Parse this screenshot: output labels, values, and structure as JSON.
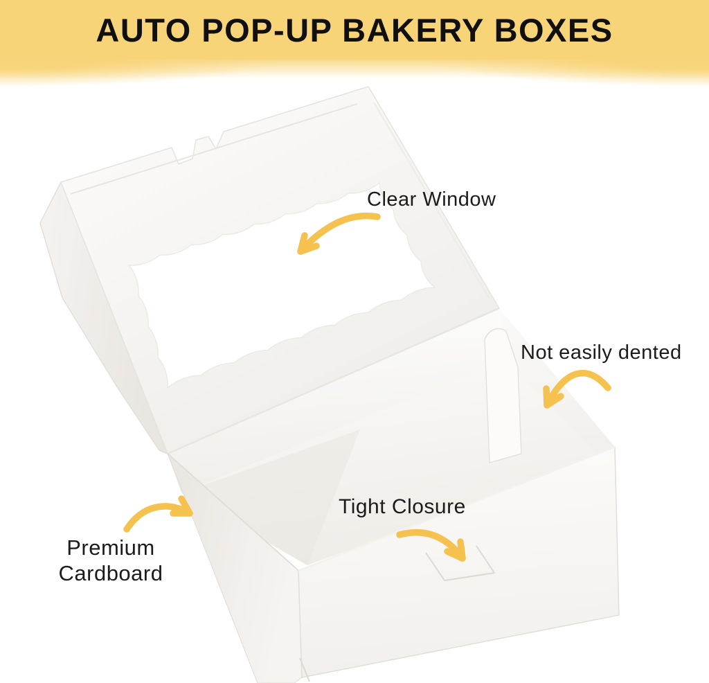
{
  "banner": {
    "title": "AUTO POP-UP BAKERY BOXES",
    "background_color": "#F7D478",
    "text_color": "#101010"
  },
  "callouts": {
    "clear_window": "Clear Window",
    "not_easily_dented": "Not easily dented",
    "tight_closure": "Tight Closure",
    "premium_cardboard": {
      "line1": "Premium",
      "line2": "Cardboard"
    }
  },
  "colors": {
    "arrow": "#F5C24F",
    "label_text": "#1B1B1B"
  }
}
